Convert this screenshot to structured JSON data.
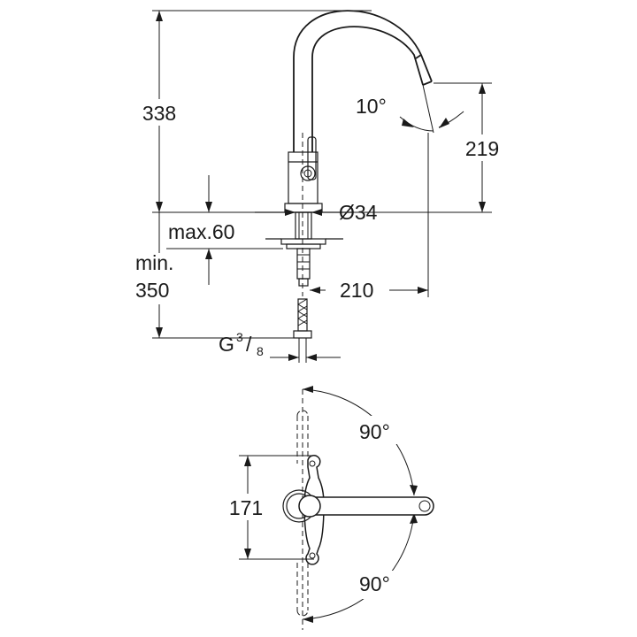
{
  "side_view": {
    "height_total": "338",
    "spout_angle": "10°",
    "spout_height": "219",
    "hole_diameter": "Ø34",
    "counter_thickness": "max.60",
    "hose_min_label": "min.",
    "hose_min_value": "350",
    "reach": "210",
    "thread": {
      "letter": "G",
      "numerator": "3",
      "slash": "/",
      "denominator": "8"
    }
  },
  "top_view": {
    "swivel_angle_top": "90°",
    "swivel_angle_bottom": "90°",
    "base_width": "171"
  }
}
